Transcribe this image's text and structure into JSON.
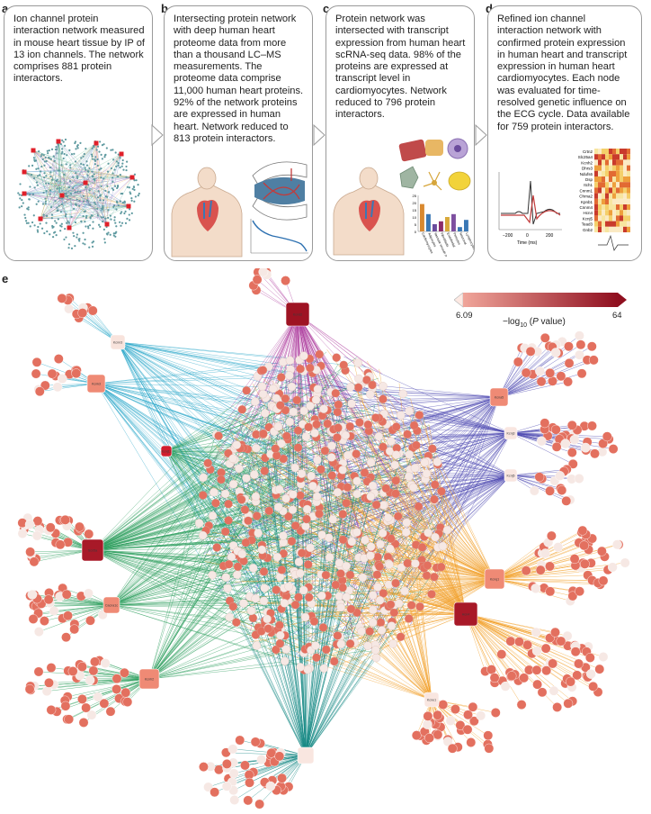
{
  "panels": [
    {
      "letter": "a",
      "text": "Ion channel protein interaction network measured in mouse heart tissue by IP of 13 ion channels. The network comprises 881 protein interactors."
    },
    {
      "letter": "b",
      "text": "Intersecting protein network with deep human heart proteome data from more than a thousand LC–MS measurements. The proteome data comprise 11,000 human heart proteins. 92% of the network proteins are expressed in human heart. Network reduced to 813 protein interactors."
    },
    {
      "letter": "c",
      "text": "Protein network was intersected with transcript expression from human heart scRNA-seq data. 98% of the proteins are expressed at transcript level in cardiomyocytes. Network reduced to 796 protein interactors."
    },
    {
      "letter": "d",
      "text": "Refined ion channel interaction network with confirmed protein expression in human heart and transcript expression in human heart cardiomyocytes. Each node was evaluated for time-resolved genetic influence on the ECG cycle. Data available for 759 protein interactors."
    }
  ],
  "panel_e_letter": "e",
  "panel_c_chart": {
    "yticks": [
      "25",
      "20",
      "15",
      "10",
      "5",
      "0"
    ],
    "categories": [
      "Cardiomyocytes",
      "Adipocytes",
      "Vascular smooth muscle",
      "Fibroblasts",
      "Endothelial",
      "Pericytes",
      "Neuronal",
      "Lymphocytes"
    ],
    "values": [
      19,
      12,
      5,
      7,
      10,
      12,
      3,
      8
    ],
    "colors": [
      "#d9892f",
      "#3a78b5",
      "#6a4b9c",
      "#8c2d6a",
      "#d8a93a",
      "#7d4fa0",
      "#3a78b5",
      "#3a78b5"
    ]
  },
  "panel_d_heatmap": {
    "genes": [
      "Crtn2",
      "Slc25a4",
      "Kcnh2",
      "Dhrs3",
      "Ndufs6",
      "Dsp",
      "Itch1",
      "Cnnm1",
      "Chrna2",
      "Kpnb1",
      "Cnnm4",
      "Hcn4",
      "Kcnj5",
      "Tead3",
      "Gnb2"
    ],
    "ecg_xlabel": "Time (ms)",
    "ecg_xticks": [
      "−200",
      "0",
      "200"
    ]
  },
  "legend": {
    "min": "6.09",
    "max": "64",
    "title": "−log10 (P value)",
    "color_low": "#f0a59a",
    "color_high": "#8f0f1f"
  },
  "hubs": [
    {
      "label": "Kcnn3"
    },
    {
      "label": "Kcnk3"
    },
    {
      "label": "Kcnd2"
    },
    {
      "label": "Kcna5"
    },
    {
      "label": "Kcnj3"
    },
    {
      "label": "Kcnj5"
    },
    {
      "label": "Kcnj11"
    },
    {
      "label": "Scn5a"
    },
    {
      "label": "Cacna1c"
    },
    {
      "label": "Kcnh2"
    },
    {
      "label": "Kcnq1"
    },
    {
      "label": "Hcn4"
    },
    {
      "label": "Kcne1"
    }
  ],
  "colors": {
    "teal": "#1a8a86",
    "green": "#2a9d5b",
    "orange": "#f2a02a",
    "purple": "#4a46b0",
    "magenta": "#b246a3",
    "cyan": "#2aa7c9",
    "node": "#e3705f",
    "node_light": "#f6e8e4",
    "panel_border": "#9a9a9a"
  }
}
